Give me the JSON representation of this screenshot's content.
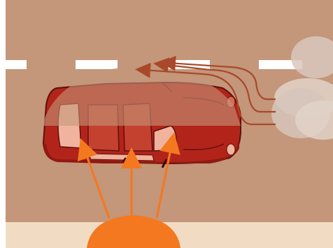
{
  "diagram": {
    "colors": {
      "road": "#c4967a",
      "sidewalk": "#f1dcc3",
      "lane_marking": "#ffffff",
      "car_body": "#b2241a",
      "car_body_dark": "#8e1a12",
      "car_outline": "#5e100b",
      "car_glass": "#f0b39d",
      "heat_glow": "#c4967a",
      "sun": "#f4781f",
      "sun_rays": "#f4781f",
      "hot_air_arrows": "#a8492b",
      "exhaust_smoke": "#d9c8be"
    },
    "elements": [
      {
        "name": "road",
        "icon": "road-surface"
      },
      {
        "name": "lane-markings",
        "icon": "dashed-line"
      },
      {
        "name": "sidewalk",
        "icon": "curb"
      },
      {
        "name": "parked-car",
        "icon": "car-top-view"
      },
      {
        "name": "sun",
        "icon": "sun-icon"
      },
      {
        "name": "sun-rays",
        "icon": "arrow-up-icon",
        "count": 3
      },
      {
        "name": "hot-air-arrows",
        "icon": "curved-arrow-icon",
        "count": 3
      },
      {
        "name": "exhaust-smoke",
        "icon": "cloud-icon"
      }
    ]
  }
}
